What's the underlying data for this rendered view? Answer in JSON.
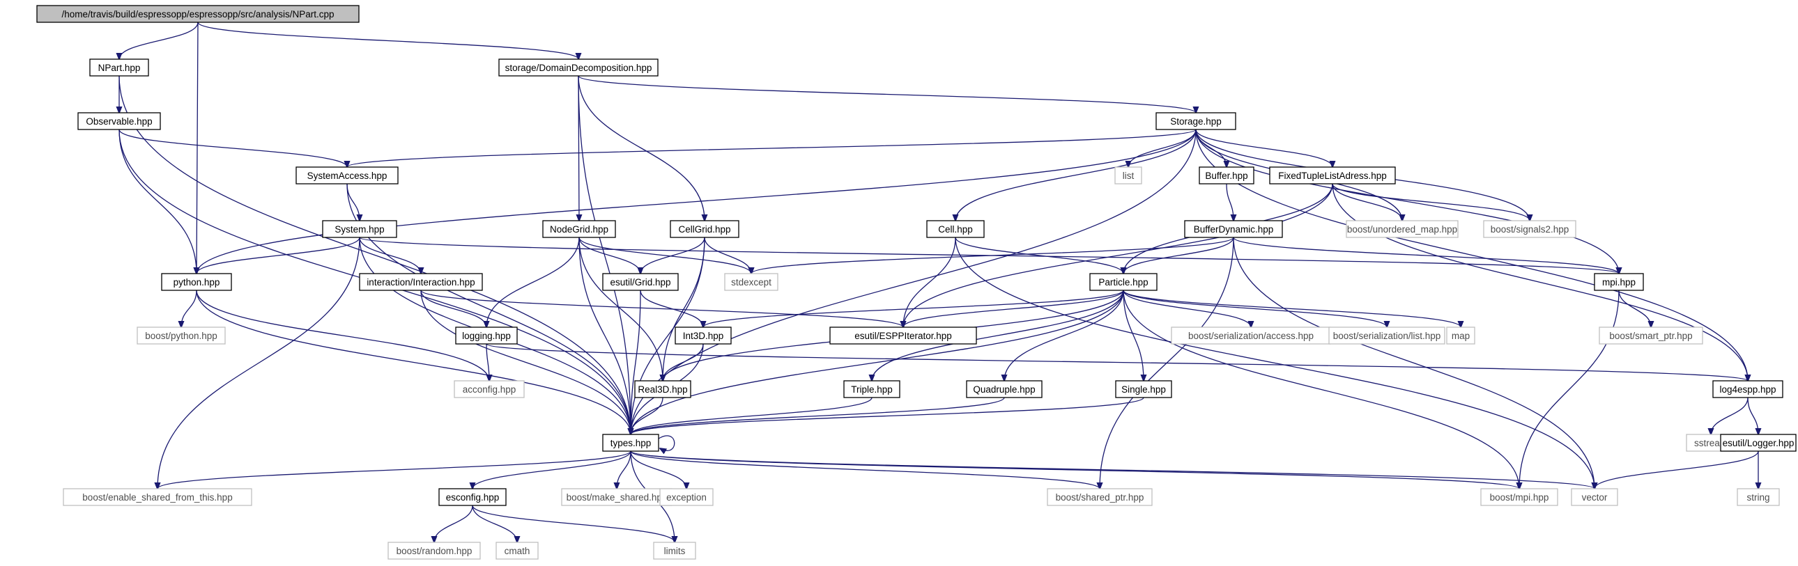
{
  "diagram": {
    "nodes": [
      {
        "id": "npart_cpp",
        "label": "/home/travis/build/espressopp/espressopp/src/analysis/NPart.cpp",
        "kind": "root"
      },
      {
        "id": "npart_hpp",
        "label": "NPart.hpp",
        "kind": "local"
      },
      {
        "id": "domdec",
        "label": "storage/DomainDecomposition.hpp",
        "kind": "local"
      },
      {
        "id": "observable",
        "label": "Observable.hpp",
        "kind": "local"
      },
      {
        "id": "storage",
        "label": "Storage.hpp",
        "kind": "local"
      },
      {
        "id": "systemaccess",
        "label": "SystemAccess.hpp",
        "kind": "local"
      },
      {
        "id": "list",
        "label": "list",
        "kind": "ext"
      },
      {
        "id": "buffer",
        "label": "Buffer.hpp",
        "kind": "local"
      },
      {
        "id": "fixedtuple",
        "label": "FixedTupleListAdress.hpp",
        "kind": "local"
      },
      {
        "id": "system",
        "label": "System.hpp",
        "kind": "local"
      },
      {
        "id": "nodegrid",
        "label": "NodeGrid.hpp",
        "kind": "local"
      },
      {
        "id": "cellgrid",
        "label": "CellGrid.hpp",
        "kind": "local"
      },
      {
        "id": "cell",
        "label": "Cell.hpp",
        "kind": "local"
      },
      {
        "id": "bufferdyn",
        "label": "BufferDynamic.hpp",
        "kind": "local"
      },
      {
        "id": "unordered",
        "label": "boost/unordered_map.hpp",
        "kind": "ext"
      },
      {
        "id": "signals2",
        "label": "boost/signals2.hpp",
        "kind": "ext"
      },
      {
        "id": "python",
        "label": "python.hpp",
        "kind": "local"
      },
      {
        "id": "interaction",
        "label": "interaction/Interaction.hpp",
        "kind": "local"
      },
      {
        "id": "esutilgrid",
        "label": "esutil/Grid.hpp",
        "kind": "local"
      },
      {
        "id": "stdexcept",
        "label": "stdexcept",
        "kind": "ext"
      },
      {
        "id": "particle",
        "label": "Particle.hpp",
        "kind": "local"
      },
      {
        "id": "mpi",
        "label": "mpi.hpp",
        "kind": "local"
      },
      {
        "id": "bpython",
        "label": "boost/python.hpp",
        "kind": "ext"
      },
      {
        "id": "logging",
        "label": "logging.hpp",
        "kind": "local"
      },
      {
        "id": "int3d",
        "label": "Int3D.hpp",
        "kind": "local"
      },
      {
        "id": "esppiter",
        "label": "esutil/ESPPIterator.hpp",
        "kind": "local"
      },
      {
        "id": "serialaccess",
        "label": "boost/serialization/access.hpp",
        "kind": "ext"
      },
      {
        "id": "seriallist",
        "label": "boost/serialization/list.hpp",
        "kind": "ext"
      },
      {
        "id": "map",
        "label": "map",
        "kind": "ext"
      },
      {
        "id": "smartptr",
        "label": "boost/smart_ptr.hpp",
        "kind": "ext"
      },
      {
        "id": "acconfig",
        "label": "acconfig.hpp",
        "kind": "ext"
      },
      {
        "id": "real3d",
        "label": "Real3D.hpp",
        "kind": "local"
      },
      {
        "id": "triple",
        "label": "Triple.hpp",
        "kind": "local"
      },
      {
        "id": "quadruple",
        "label": "Quadruple.hpp",
        "kind": "local"
      },
      {
        "id": "single",
        "label": "Single.hpp",
        "kind": "local"
      },
      {
        "id": "log4espp",
        "label": "log4espp.hpp",
        "kind": "local"
      },
      {
        "id": "types",
        "label": "types.hpp",
        "kind": "local"
      },
      {
        "id": "sstream",
        "label": "sstream",
        "kind": "ext"
      },
      {
        "id": "logger",
        "label": "esutil/Logger.hpp",
        "kind": "local"
      },
      {
        "id": "enableshared",
        "label": "boost/enable_shared_from_this.hpp",
        "kind": "ext"
      },
      {
        "id": "esconfig",
        "label": "esconfig.hpp",
        "kind": "local"
      },
      {
        "id": "makeshared",
        "label": "boost/make_shared.hpp",
        "kind": "ext"
      },
      {
        "id": "exception",
        "label": "exception",
        "kind": "ext"
      },
      {
        "id": "sharedptr",
        "label": "boost/shared_ptr.hpp",
        "kind": "ext"
      },
      {
        "id": "bmpi",
        "label": "boost/mpi.hpp",
        "kind": "ext"
      },
      {
        "id": "vector",
        "label": "vector",
        "kind": "ext"
      },
      {
        "id": "string",
        "label": "string",
        "kind": "ext"
      },
      {
        "id": "brandom",
        "label": "boost/random.hpp",
        "kind": "ext"
      },
      {
        "id": "cmath",
        "label": "cmath",
        "kind": "ext"
      },
      {
        "id": "limits",
        "label": "limits",
        "kind": "ext"
      }
    ],
    "edges": [
      [
        "npart_cpp",
        "npart_hpp"
      ],
      [
        "npart_cpp",
        "python"
      ],
      [
        "npart_cpp",
        "domdec"
      ],
      [
        "npart_hpp",
        "observable"
      ],
      [
        "npart_hpp",
        "types"
      ],
      [
        "observable",
        "systemaccess"
      ],
      [
        "observable",
        "python"
      ],
      [
        "observable",
        "types"
      ],
      [
        "domdec",
        "storage"
      ],
      [
        "domdec",
        "nodegrid"
      ],
      [
        "domdec",
        "cellgrid"
      ],
      [
        "domdec",
        "types"
      ],
      [
        "storage",
        "systemaccess"
      ],
      [
        "storage",
        "python"
      ],
      [
        "storage",
        "types"
      ],
      [
        "storage",
        "list"
      ],
      [
        "storage",
        "cell"
      ],
      [
        "storage",
        "buffer"
      ],
      [
        "storage",
        "fixedtuple"
      ],
      [
        "storage",
        "unordered"
      ],
      [
        "storage",
        "signals2"
      ],
      [
        "storage",
        "mpi"
      ],
      [
        "storage",
        "log4espp"
      ],
      [
        "systemaccess",
        "system"
      ],
      [
        "systemaccess",
        "types"
      ],
      [
        "system",
        "python"
      ],
      [
        "system",
        "interaction"
      ],
      [
        "system",
        "mpi"
      ],
      [
        "system",
        "types"
      ],
      [
        "system",
        "enableshared"
      ],
      [
        "nodegrid",
        "esutilgrid"
      ],
      [
        "nodegrid",
        "stdexcept"
      ],
      [
        "nodegrid",
        "logging"
      ],
      [
        "nodegrid",
        "real3d"
      ],
      [
        "nodegrid",
        "types"
      ],
      [
        "cellgrid",
        "esutilgrid"
      ],
      [
        "cellgrid",
        "stdexcept"
      ],
      [
        "cellgrid",
        "real3d"
      ],
      [
        "cellgrid",
        "types"
      ],
      [
        "cell",
        "particle"
      ],
      [
        "cell",
        "esppiter"
      ],
      [
        "cell",
        "vector"
      ],
      [
        "buffer",
        "bufferdyn"
      ],
      [
        "bufferdyn",
        "stdexcept"
      ],
      [
        "bufferdyn",
        "particle"
      ],
      [
        "bufferdyn",
        "mpi"
      ],
      [
        "bufferdyn",
        "sharedptr"
      ],
      [
        "bufferdyn",
        "vector"
      ],
      [
        "fixedtuple",
        "particle"
      ],
      [
        "fixedtuple",
        "esppiter"
      ],
      [
        "fixedtuple",
        "unordered"
      ],
      [
        "fixedtuple",
        "signals2"
      ],
      [
        "fixedtuple",
        "log4espp"
      ],
      [
        "python",
        "bpython"
      ],
      [
        "python",
        "acconfig"
      ],
      [
        "python",
        "types"
      ],
      [
        "interaction",
        "logging"
      ],
      [
        "interaction",
        "esppiter"
      ],
      [
        "interaction",
        "types"
      ],
      [
        "esutilgrid",
        "int3d"
      ],
      [
        "esutilgrid",
        "types"
      ],
      [
        "particle",
        "int3d"
      ],
      [
        "particle",
        "esppiter"
      ],
      [
        "particle",
        "serialaccess"
      ],
      [
        "particle",
        "seriallist"
      ],
      [
        "particle",
        "map"
      ],
      [
        "particle",
        "real3d"
      ],
      [
        "particle",
        "triple"
      ],
      [
        "particle",
        "quadruple"
      ],
      [
        "particle",
        "single"
      ],
      [
        "particle",
        "types"
      ],
      [
        "particle",
        "bmpi"
      ],
      [
        "mpi",
        "smartptr"
      ],
      [
        "mpi",
        "bmpi"
      ],
      [
        "logging",
        "acconfig"
      ],
      [
        "logging",
        "log4espp"
      ],
      [
        "int3d",
        "real3d"
      ],
      [
        "int3d",
        "types"
      ],
      [
        "real3d",
        "types"
      ],
      [
        "triple",
        "types"
      ],
      [
        "quadruple",
        "types"
      ],
      [
        "single",
        "types"
      ],
      [
        "log4espp",
        "sstream"
      ],
      [
        "log4espp",
        "logger"
      ],
      [
        "logger",
        "vector"
      ],
      [
        "logger",
        "string"
      ],
      [
        "types",
        "types"
      ],
      [
        "types",
        "enableshared"
      ],
      [
        "types",
        "esconfig"
      ],
      [
        "types",
        "makeshared"
      ],
      [
        "types",
        "exception"
      ],
      [
        "types",
        "sharedptr"
      ],
      [
        "types",
        "bmpi"
      ],
      [
        "types",
        "vector"
      ],
      [
        "types",
        "limits"
      ],
      [
        "esconfig",
        "brandom"
      ],
      [
        "esconfig",
        "cmath"
      ],
      [
        "esconfig",
        "limits"
      ]
    ]
  }
}
